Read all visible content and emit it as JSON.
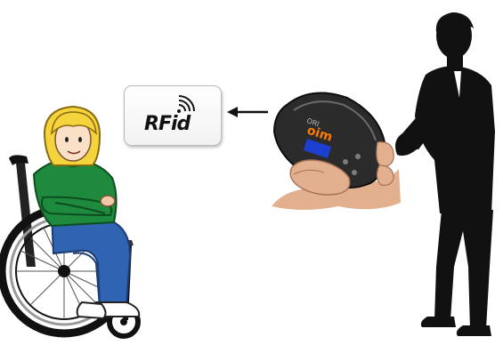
{
  "rfid_card": {
    "label": "RFid",
    "icon": "wireless-signal-icon"
  },
  "reader_device": {
    "brand": "oim",
    "icon": "handheld-rfid-reader"
  },
  "people": {
    "left": {
      "icon": "girl-in-wheelchair-illustration"
    },
    "right": {
      "icon": "man-silhouette"
    }
  },
  "arrow": {
    "direction": "left",
    "icon": "arrow-left-icon"
  },
  "colors": {
    "hair": "#f5d33c",
    "sweater": "#1e8a3e",
    "jeans": "#2f64b2",
    "wheel": "#1a1a1a",
    "silhouette": "#111111",
    "reader_body": "#2b2b2b",
    "reader_brand": "#ff7a00",
    "reader_screen": "#1c3fd0",
    "skin": "#e2b08f"
  }
}
